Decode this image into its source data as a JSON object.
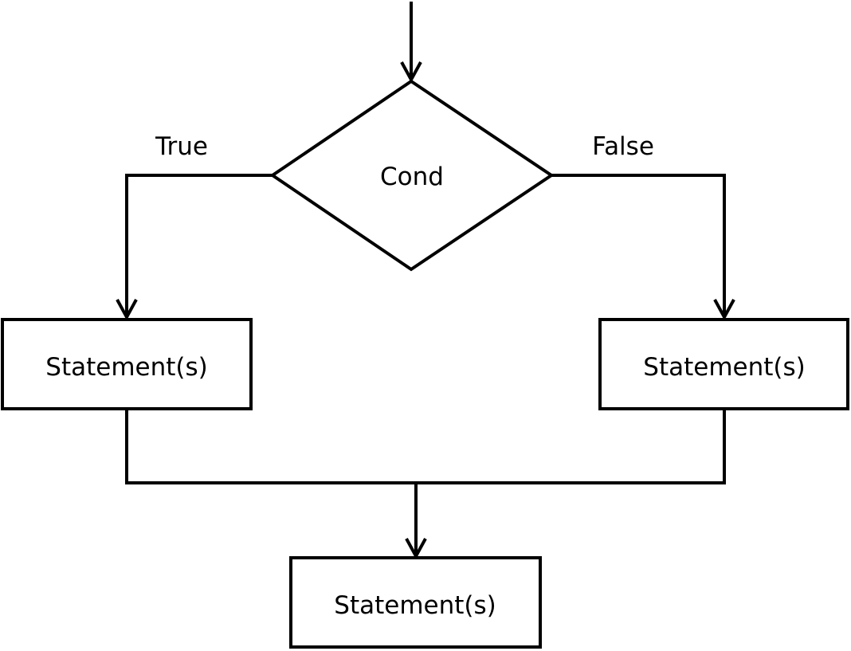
{
  "diagram": {
    "type": "flowchart",
    "decision": {
      "label": "Cond"
    },
    "branches": {
      "true_label": "True",
      "false_label": "False"
    },
    "nodes": {
      "left_statement": "Statement(s)",
      "right_statement": "Statement(s)",
      "bottom_statement": "Statement(s)"
    },
    "colors": {
      "stroke": "#000000",
      "background": "#ffffff"
    }
  }
}
